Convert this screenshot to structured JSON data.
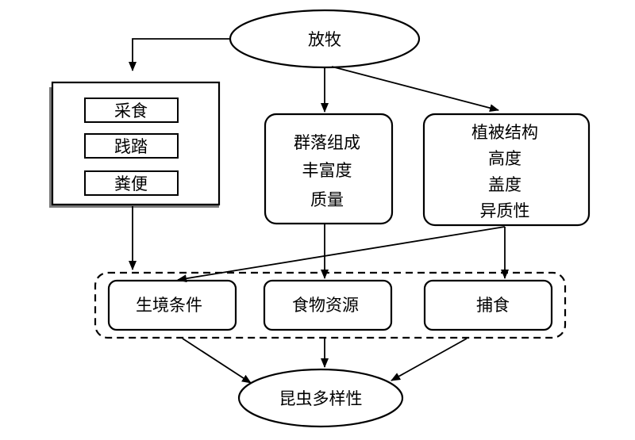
{
  "nodes": {
    "grazing": "放牧",
    "grazing_behaviors": [
      "采食",
      "践踏",
      "粪便"
    ],
    "community": [
      "群落组成",
      "丰富度",
      "质量"
    ],
    "vegetation": [
      "植被结构",
      "高度",
      "盖度",
      "异质性"
    ],
    "habitat": "生境条件",
    "food": "食物资源",
    "predation": "捕食",
    "diversity": "昆虫多样性"
  },
  "colors": {
    "stroke": "#000000",
    "fill": "#ffffff",
    "shadow": "#7a7a7a"
  }
}
